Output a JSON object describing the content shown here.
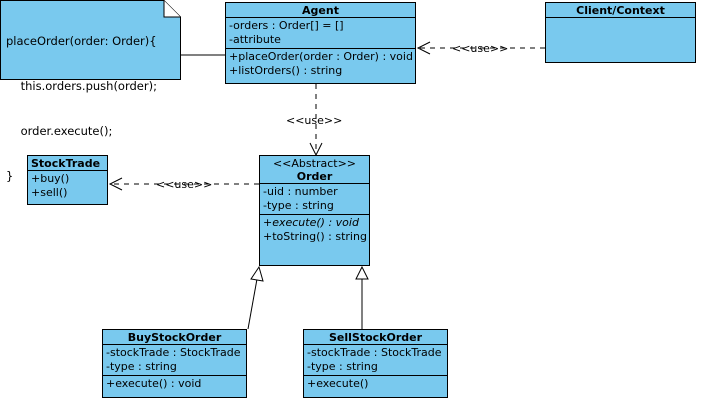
{
  "note": {
    "lines": [
      "placeOrder(order: Order){",
      "    this.orders.push(order);",
      "    order.execute();",
      "}"
    ]
  },
  "classes": {
    "agent": {
      "name": "Agent",
      "attributes": [
        "-orders : Order[] = []",
        "-attribute"
      ],
      "operations": [
        "+placeOrder(order : Order) : void",
        "+listOrders() : string"
      ]
    },
    "client": {
      "name": "Client/Context"
    },
    "stocktrade": {
      "name": "StockTrade",
      "operations": [
        "+buy()",
        "+sell()"
      ]
    },
    "order": {
      "stereotype": "<<Abstract>>",
      "name": "Order",
      "attributes": [
        "-uid : number",
        "-type : string"
      ],
      "operations": [
        "+execute() : void",
        "+toString() : string"
      ]
    },
    "buy": {
      "name": "BuyStockOrder",
      "attributes": [
        "-stockTrade : StockTrade",
        "-type : string"
      ],
      "operations": [
        "+execute() : void"
      ]
    },
    "sell": {
      "name": "SellStockOrder",
      "attributes": [
        "-stockTrade : StockTrade",
        "-type : string"
      ],
      "operations": [
        "+execute()"
      ]
    }
  },
  "relations": {
    "client_agent": "<<use>>",
    "agent_order": "<<use>>",
    "order_stocktrade": "<<use>>"
  },
  "colors": {
    "class_fill": "#79c9ee",
    "stroke": "#000000",
    "note_fill": "#79c9ee"
  }
}
